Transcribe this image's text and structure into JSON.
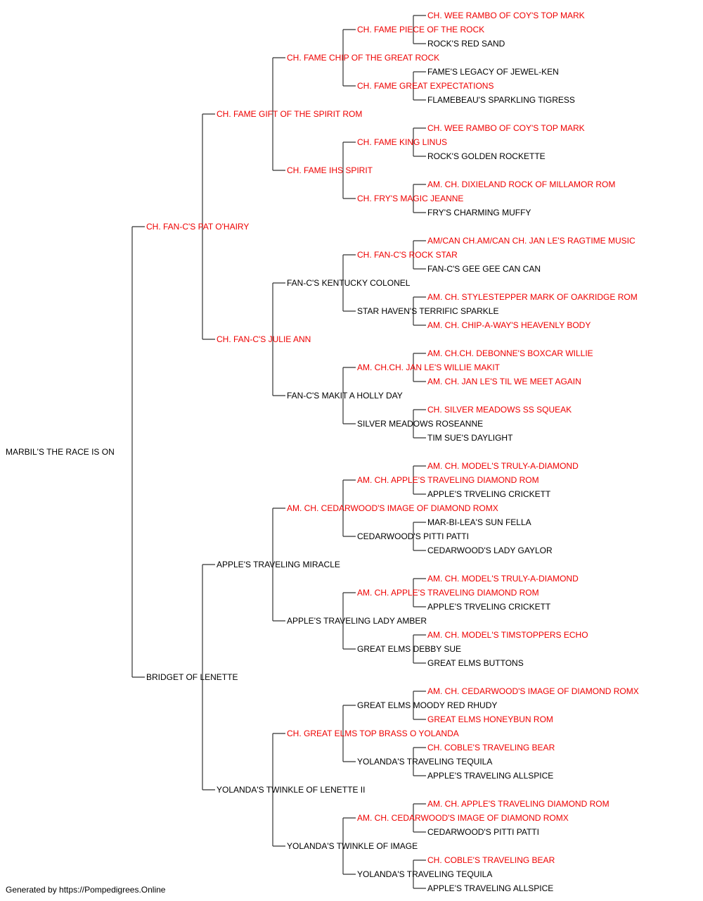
{
  "colors": {
    "champion": "#ee0000",
    "regular": "#000000",
    "line": "#333333"
  },
  "pedigree": {
    "name": "MARBIL'S THE RACE IS ON",
    "champion": false,
    "sire": {
      "name": "CH. FAN-C'S PAT O'HAIRY",
      "champion": true,
      "sire": {
        "name": "CH. FAME GIFT OF THE SPIRIT ROM",
        "champion": true,
        "sire": {
          "name": "CH. FAME CHIP OF THE GREAT ROCK",
          "champion": true,
          "sire": {
            "name": "CH. FAME PIECE OF THE ROCK",
            "champion": true,
            "sire": {
              "name": "CH. WEE RAMBO OF COY'S TOP MARK",
              "champion": true
            },
            "dam": {
              "name": "ROCK'S RED SAND",
              "champion": false
            }
          },
          "dam": {
            "name": "CH. FAME GREAT EXPECTATIONS",
            "champion": true,
            "sire": {
              "name": "FAME'S LEGACY OF JEWEL-KEN",
              "champion": false
            },
            "dam": {
              "name": "FLAMEBEAU'S SPARKLING TIGRESS",
              "champion": false
            }
          }
        },
        "dam": {
          "name": "CH. FAME IHS SPIRIT",
          "champion": true,
          "sire": {
            "name": "CH. FAME KING LINUS",
            "champion": true,
            "sire": {
              "name": "CH. WEE RAMBO OF COY'S TOP MARK",
              "champion": true
            },
            "dam": {
              "name": "ROCK'S GOLDEN ROCKETTE",
              "champion": false
            }
          },
          "dam": {
            "name": "CH. FRY'S MAGIC JEANNE",
            "champion": true,
            "sire": {
              "name": "AM. CH. DIXIELAND ROCK OF MILLAMOR ROM",
              "champion": true
            },
            "dam": {
              "name": "FRY'S CHARMING MUFFY",
              "champion": false
            }
          }
        }
      },
      "dam": {
        "name": "CH. FAN-C'S JULIE ANN",
        "champion": true,
        "sire": {
          "name": "FAN-C'S KENTUCKY COLONEL",
          "champion": false,
          "sire": {
            "name": "CH. FAN-C'S ROCK STAR",
            "champion": true,
            "sire": {
              "name": "AM/CAN CH.AM/CAN CH. JAN LE'S RAGTIME MUSIC",
              "champion": true
            },
            "dam": {
              "name": "FAN-C'S GEE GEE CAN CAN",
              "champion": false
            }
          },
          "dam": {
            "name": "STAR HAVEN'S TERRIFIC SPARKLE",
            "champion": false,
            "sire": {
              "name": "AM. CH. STYLESTEPPER MARK OF OAKRIDGE ROM",
              "champion": true
            },
            "dam": {
              "name": "AM. CH. CHIP-A-WAY'S HEAVENLY BODY",
              "champion": true
            }
          }
        },
        "dam": {
          "name": "FAN-C'S MAKIT A HOLLY DAY",
          "champion": false,
          "sire": {
            "name": "AM. CH.CH. JAN LE'S WILLIE MAKIT",
            "champion": true,
            "sire": {
              "name": "AM. CH.CH. DEBONNE'S BOXCAR WILLIE",
              "champion": true
            },
            "dam": {
              "name": "AM. CH. JAN LE'S TIL WE MEET AGAIN",
              "champion": true
            }
          },
          "dam": {
            "name": "SILVER MEADOWS ROSEANNE",
            "champion": false,
            "sire": {
              "name": "CH. SILVER MEADOWS SS SQUEAK",
              "champion": true
            },
            "dam": {
              "name": "TIM SUE'S DAYLIGHT",
              "champion": false
            }
          }
        }
      }
    },
    "dam": {
      "name": "BRIDGET OF LENETTE",
      "champion": false,
      "sire": {
        "name": "APPLE'S TRAVELING MIRACLE",
        "champion": false,
        "sire": {
          "name": "AM. CH. CEDARWOOD'S IMAGE OF DIAMOND ROMX",
          "champion": true,
          "sire": {
            "name": "AM. CH. APPLE'S TRAVELING DIAMOND ROM",
            "champion": true,
            "sire": {
              "name": "AM. CH. MODEL'S TRULY-A-DIAMOND",
              "champion": true
            },
            "dam": {
              "name": "APPLE'S TRVELING CRICKETT",
              "champion": false
            }
          },
          "dam": {
            "name": "CEDARWOOD'S PITTI PATTI",
            "champion": false,
            "sire": {
              "name": "MAR-BI-LEA'S SUN FELLA",
              "champion": false
            },
            "dam": {
              "name": "CEDARWOOD'S LADY GAYLOR",
              "champion": false
            }
          }
        },
        "dam": {
          "name": "APPLE'S TRAVELING LADY AMBER",
          "champion": false,
          "sire": {
            "name": "AM. CH. APPLE'S TRAVELING DIAMOND ROM",
            "champion": true,
            "sire": {
              "name": "AM. CH. MODEL'S TRULY-A-DIAMOND",
              "champion": true
            },
            "dam": {
              "name": "APPLE'S TRVELING CRICKETT",
              "champion": false
            }
          },
          "dam": {
            "name": "GREAT ELMS DEBBY SUE",
            "champion": false,
            "sire": {
              "name": "AM. CH. MODEL'S TIMSTOPPERS ECHO",
              "champion": true
            },
            "dam": {
              "name": "GREAT ELMS BUTTONS",
              "champion": false
            }
          }
        }
      },
      "dam": {
        "name": "YOLANDA'S TWINKLE OF LENETTE II",
        "champion": false,
        "sire": {
          "name": "CH. GREAT ELMS TOP BRASS O YOLANDA",
          "champion": true,
          "sire": {
            "name": "GREAT ELMS MOODY RED RHUDY",
            "champion": false,
            "sire": {
              "name": "AM. CH. CEDARWOOD'S IMAGE OF DIAMOND ROMX",
              "champion": true
            },
            "dam": {
              "name": "GREAT ELMS HONEYBUN ROM",
              "champion": true
            }
          },
          "dam": {
            "name": "YOLANDA'S TRAVELING TEQUILA",
            "champion": false,
            "sire": {
              "name": "CH. COBLE'S TRAVELING BEAR",
              "champion": true
            },
            "dam": {
              "name": "APPLE'S TRAVELING ALLSPICE",
              "champion": false
            }
          }
        },
        "dam": {
          "name": "YOLANDA'S TWINKLE OF IMAGE",
          "champion": false,
          "sire": {
            "name": "AM. CH. CEDARWOOD'S IMAGE OF DIAMOND ROMX",
            "champion": true,
            "sire": {
              "name": "AM. CH. APPLE'S TRAVELING DIAMOND ROM",
              "champion": true
            },
            "dam": {
              "name": "CEDARWOOD'S PITTI PATTI",
              "champion": false
            }
          },
          "dam": {
            "name": "YOLANDA'S TRAVELING TEQUILA",
            "champion": false,
            "sire": {
              "name": "CH. COBLE'S TRAVELING BEAR",
              "champion": true
            },
            "dam": {
              "name": "APPLE'S TRAVELING ALLSPICE",
              "champion": false
            }
          }
        }
      }
    }
  },
  "footer": "Generated by https://Pompedigrees.Online"
}
